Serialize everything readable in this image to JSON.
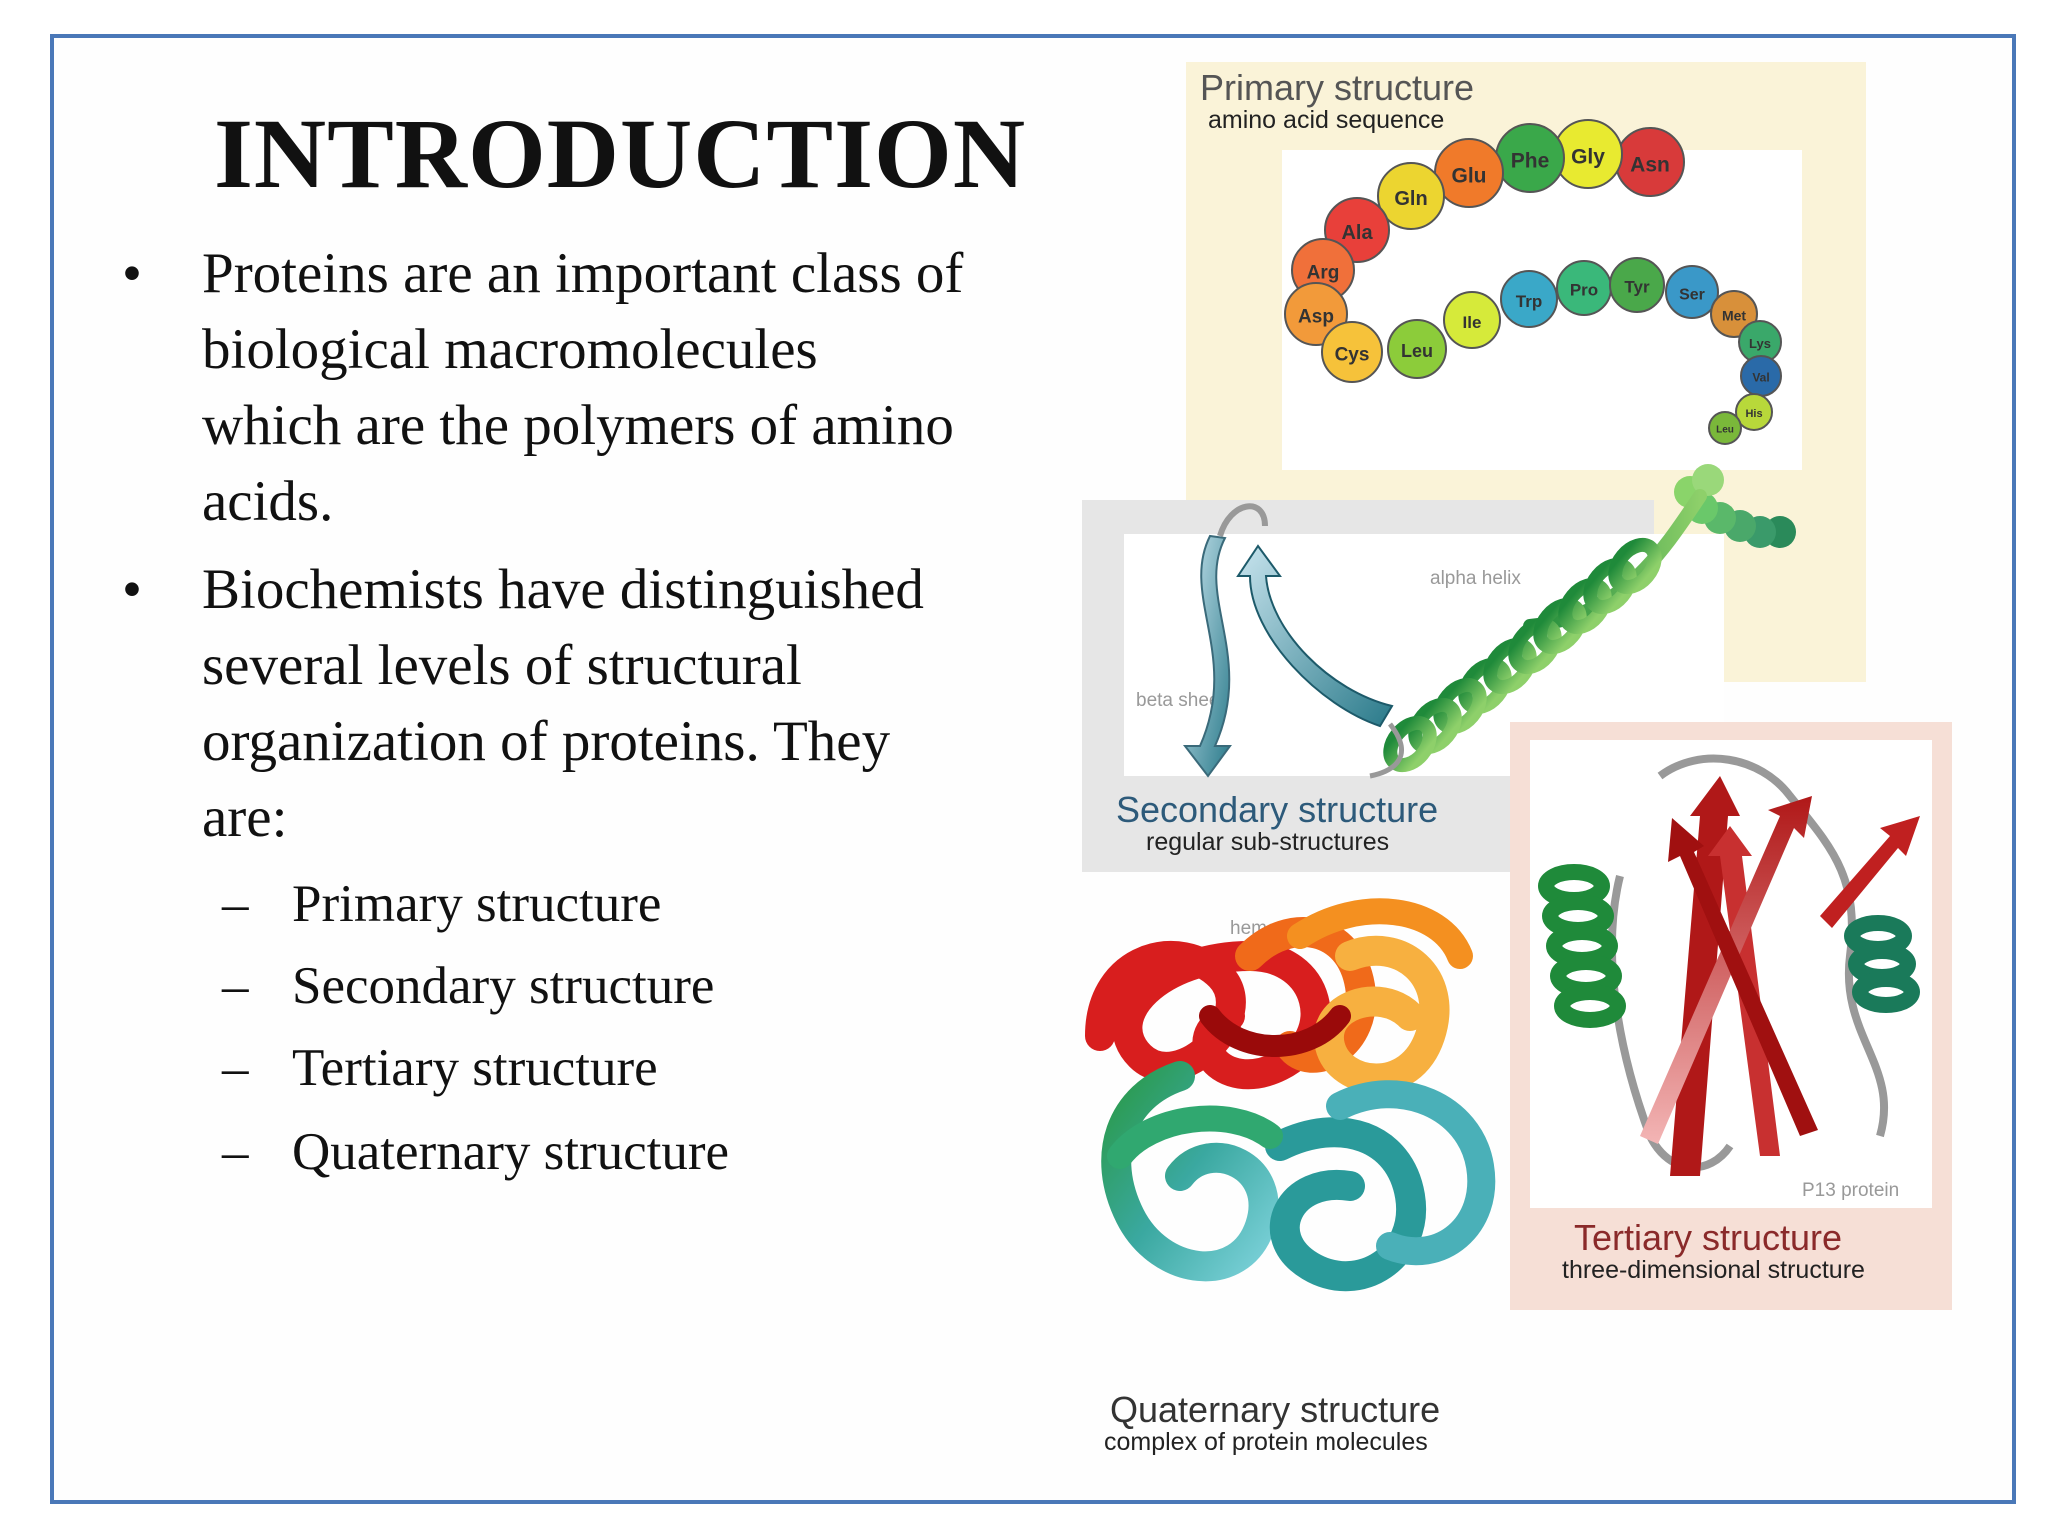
{
  "slide": {
    "title": "INTRODUCTION",
    "bullets": [
      {
        "marker": "•",
        "lines": [
          "Proteins are an important class of",
          "biological macromolecules",
          "which are the polymers of amino",
          "acids."
        ]
      },
      {
        "marker": "•",
        "lines": [
          "Biochemists have distinguished",
          "several levels of structural",
          "organization of proteins. They",
          "are:"
        ]
      }
    ],
    "sub_marker": "–",
    "sub_items": [
      "Primary structure",
      "Secondary structure",
      "Tertiary structure",
      "Quaternary structure"
    ]
  },
  "figure": {
    "primary": {
      "title": "Primary structure",
      "subtitle": "amino acid sequence",
      "amino_acids": [
        {
          "label": "Asn",
          "color": "#d83a3a"
        },
        {
          "label": "Gly",
          "color": "#e8ea30"
        },
        {
          "label": "Phe",
          "color": "#3aa84a"
        },
        {
          "label": "Glu",
          "color": "#f07a2a"
        },
        {
          "label": "Gln",
          "color": "#ecd530"
        },
        {
          "label": "Ala",
          "color": "#e8403a"
        },
        {
          "label": "Arg",
          "color": "#f0703a"
        },
        {
          "label": "Asp",
          "color": "#f29a3a"
        },
        {
          "label": "Cys",
          "color": "#f6c23a"
        },
        {
          "label": "Leu",
          "color": "#8ccc3a"
        },
        {
          "label": "Ile",
          "color": "#d6ea3a"
        },
        {
          "label": "Trp",
          "color": "#3aa8c8"
        },
        {
          "label": "Pro",
          "color": "#3ab87a"
        },
        {
          "label": "Tyr",
          "color": "#4aa84a"
        },
        {
          "label": "Ser",
          "color": "#3a98c8"
        },
        {
          "label": "Met",
          "color": "#d8903a"
        },
        {
          "label": "Lys",
          "color": "#3aa86a"
        },
        {
          "label": "Val",
          "color": "#2a6aa8"
        },
        {
          "label": "His",
          "color": "#b8d83a"
        },
        {
          "label": "Leu",
          "color": "#7ab83a"
        }
      ]
    },
    "secondary": {
      "title": "Secondary structure",
      "subtitle": "regular sub-structures",
      "alpha_label": "alpha helix",
      "beta_label": "beta sheet"
    },
    "tertiary": {
      "title": "Tertiary structure",
      "subtitle": "three-dimensional structure",
      "protein_label": "P13 protein"
    },
    "quaternary": {
      "title": "Quaternary structure",
      "subtitle": "complex of protein molecules",
      "protein_label": "hemoglobin"
    },
    "colors": {
      "primary_panel": "#faf3d8",
      "secondary_panel": "#e6e6e6",
      "tertiary_panel": "#f6dfd6",
      "primary_title": "#555555",
      "secondary_title": "#2d5a7a",
      "tertiary_title": "#8a2a2a",
      "quaternary_title": "#333333"
    }
  }
}
